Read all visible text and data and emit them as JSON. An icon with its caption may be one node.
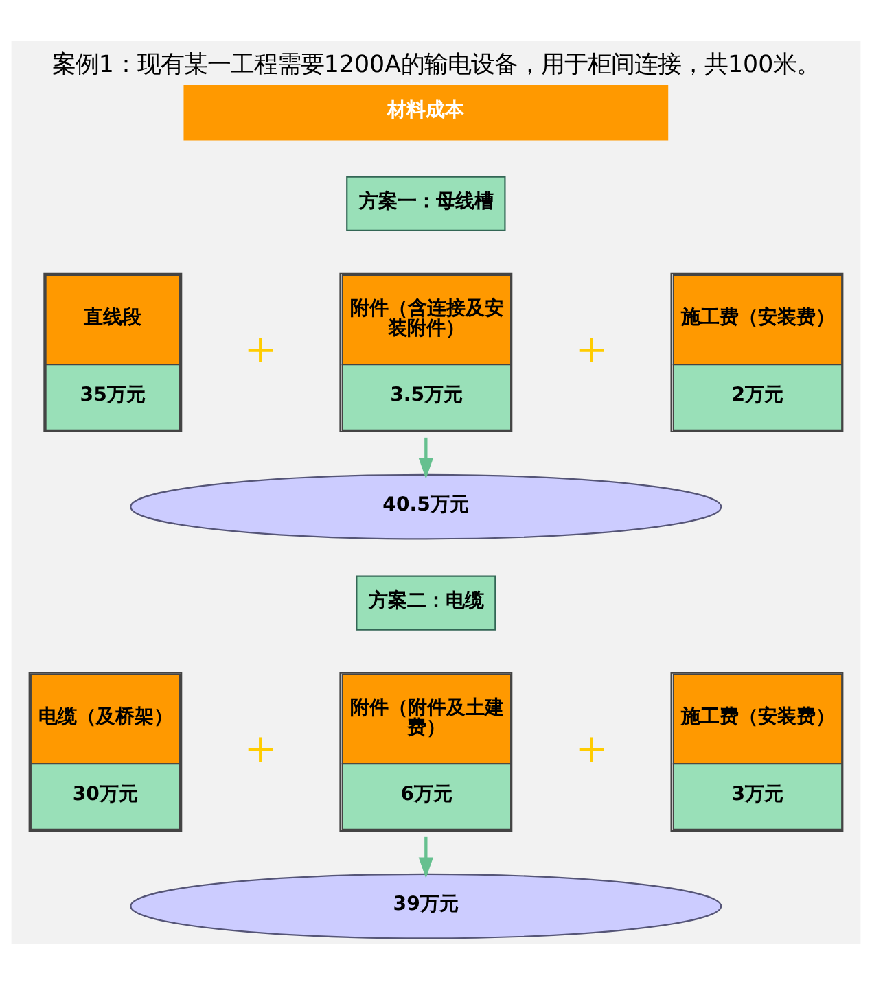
{
  "diagram": {
    "title": "案例1：现有某一工程需要1200A的输电设备，用于柜间连接，共100米。",
    "nodes": [
      {
        "text": [
          "材料成本"
        ]
      },
      {
        "text": [
          "方案一：母线槽"
        ]
      },
      {
        "text": [
          "直线段",
          "35万元"
        ]
      },
      {
        "text": [
          "附件（含连接及安装附件）",
          "3.5万元"
        ]
      },
      {
        "text": [
          "施工费（安装费）",
          "2万元"
        ]
      },
      {
        "text": [
          "40.5万元"
        ]
      },
      {
        "text": [
          "方案二：电缆"
        ]
      },
      {
        "text": [
          "电缆（及桥架）",
          "30万元"
        ]
      },
      {
        "text": [
          "附件（附件及土建费）",
          "6万元"
        ]
      },
      {
        "text": [
          "施工费（安装费）",
          "3万元"
        ]
      },
      {
        "text": [
          "39万元"
        ]
      }
    ],
    "edges": [
      {
        "from": 3,
        "to": 5,
        "arrow": "to"
      },
      {
        "from": 8,
        "to": 10,
        "arrow": "to"
      }
    ],
    "labels": [
      "+",
      "+",
      "+",
      "+"
    ]
  }
}
